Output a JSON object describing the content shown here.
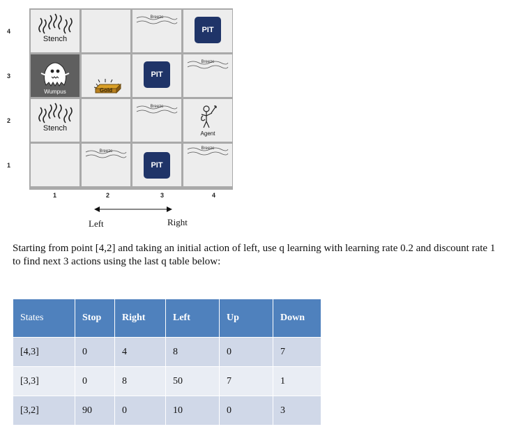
{
  "grid": {
    "row_labels": [
      "4",
      "3",
      "2",
      "1"
    ],
    "col_labels": [
      "1",
      "2",
      "3",
      "4"
    ],
    "stench_label": "Stench",
    "wumpus_label": "Wumpus",
    "gold_label": "Gold",
    "pit_label": "PIT",
    "breeze_label": "Breeze",
    "agent_label": "Agent"
  },
  "direction": {
    "left_label": "Left",
    "right_label": "Right"
  },
  "question": "Starting from point [4,2] and taking an initial action of left, use q learning with learning rate 0.2 and discount rate 1 to find next 3 actions using the last q table below:",
  "q_table": {
    "headers": [
      "States",
      "Stop",
      "Right",
      "Left",
      "Up",
      "Down"
    ],
    "rows": [
      [
        "[4,3]",
        "0",
        "4",
        "8",
        "0",
        "7"
      ],
      [
        "[3,3]",
        "0",
        "8",
        "50",
        "7",
        "1"
      ],
      [
        "[3,2]",
        "90",
        "0",
        "10",
        "0",
        "3"
      ]
    ]
  },
  "colors": {
    "pit_fill": "#1f3468",
    "table_header": "#4f81bd",
    "table_row_dark": "#d0d8e8",
    "table_row_light": "#e9edf4",
    "wumpus_cell": "#5f5f5f"
  }
}
